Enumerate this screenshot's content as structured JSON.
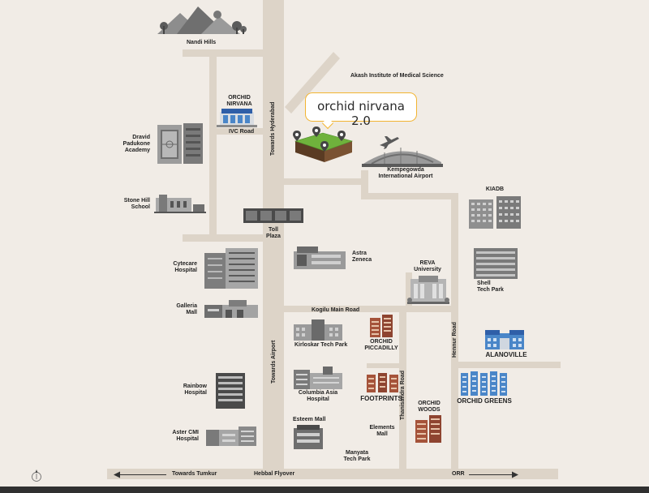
{
  "title": "orchid nirvana 2.0",
  "labels": {
    "nandi_hills": "Nandi Hills",
    "akash": "Akash Institute of Medical Science",
    "orchid_nirvana": "ORCHID\nNIRVANA",
    "ivc_road": "IVC Road",
    "towards_hyderabad": "Towards Hyderabad",
    "dravid": "Dravid\nPadukone\nAcademy",
    "stone_hill": "Stone Hill\nSchool",
    "kempegowda": "Kempegowda\nInternational Airport",
    "kiadb": "KIADB",
    "toll_plaza": "Toll\nPlaza",
    "cytecare": "Cytecare\nHospital",
    "astra": "Astra\nZeneca",
    "reva": "REVA\nUniversity",
    "shell": "Shell\nTech Park",
    "galleria": "Galleria\nMall",
    "kogilu": "Kogilu Main Road",
    "kirloskar": "Kirloskar Tech Park",
    "orchid_piccadilly": "ORCHID\nPICCADILLY",
    "hennur_road": "Hennur Road",
    "alanoville": "ALANOVILLE",
    "towards_airport": "Towards Airport",
    "thanisandra": "Thanisandra Road",
    "columbia": "Columbia Asia\nHospital",
    "footprints": "FOOTPRINTS",
    "rainbow": "Rainbow\nHospital",
    "orchid_woods": "ORCHID\nWOODS",
    "orchid_greens": "ORCHID GREENS",
    "esteem": "Esteem Mall",
    "elements": "Elements\nMall",
    "aster": "Aster CMI\nHospital",
    "manyata": "Manyata\nTech Park",
    "towards_tumkur": "Towards Tumkur",
    "hebbal": "Hebbal Flyover",
    "orr": "ORR"
  },
  "colors": {
    "background": "#f1ece6",
    "road": "#ddd4c8",
    "accent": "#f2b431",
    "building_grey": "#8f8f8f",
    "building_dark": "#4a4a4a",
    "building_blue": "#4a86c8",
    "building_brick": "#a5533a",
    "grass": "#6fb23c"
  },
  "icons": {
    "mountains": "mountains-icon",
    "airplane": "airplane-icon",
    "location_pin": "location-pin-icon",
    "compass": "compass-icon"
  }
}
